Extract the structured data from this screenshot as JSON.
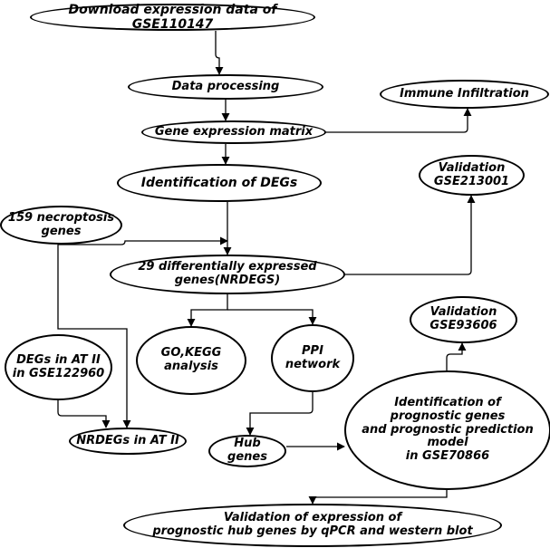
{
  "diagram": {
    "nodes": [
      {
        "id": "download",
        "label": "Download expression data of GSE110147"
      },
      {
        "id": "processing",
        "label": "Data processing"
      },
      {
        "id": "immune",
        "label": "Immune Infiltration"
      },
      {
        "id": "matrix",
        "label": "Gene expression matrix"
      },
      {
        "id": "validation1",
        "label": "Validation\nGSE213001"
      },
      {
        "id": "degs",
        "label": "Identification of DEGs"
      },
      {
        "id": "necro",
        "label": "159 necroptosis\ngenes"
      },
      {
        "id": "nrdegs29",
        "label": "29 differentially expressed\ngenes(NRDEGS)"
      },
      {
        "id": "validation2",
        "label": "Validation\nGSE93606"
      },
      {
        "id": "atii",
        "label": "DEGs in AT II\nin GSE122960"
      },
      {
        "id": "gokegg",
        "label": "GO,KEGG\nanalysis"
      },
      {
        "id": "ppi",
        "label": "PPI\nnetwork"
      },
      {
        "id": "prognostic",
        "label": "Identification of\nprognostic genes\nand prognostic prediction\nmodel\nin GSE70866"
      },
      {
        "id": "nrdegsatii",
        "label": "NRDEGs in AT II"
      },
      {
        "id": "hub",
        "label": "Hub genes"
      },
      {
        "id": "final",
        "label": "Validation of expression of\nprognostic hub genes by qPCR and western blot"
      }
    ],
    "edges": [
      {
        "from": "download",
        "to": "processing"
      },
      {
        "from": "processing",
        "to": "matrix"
      },
      {
        "from": "matrix",
        "to": "immune"
      },
      {
        "from": "matrix",
        "to": "degs"
      },
      {
        "from": "degs",
        "to": "nrdegs29"
      },
      {
        "from": "necro",
        "to": "nrdegs29"
      },
      {
        "from": "necro",
        "to": "nrdegsatii"
      },
      {
        "from": "nrdegs29",
        "to": "validation1"
      },
      {
        "from": "nrdegs29",
        "to": "gokegg"
      },
      {
        "from": "nrdegs29",
        "to": "ppi"
      },
      {
        "from": "atii",
        "to": "nrdegsatii"
      },
      {
        "from": "ppi",
        "to": "hub"
      },
      {
        "from": "hub",
        "to": "prognostic"
      },
      {
        "from": "prognostic",
        "to": "validation2"
      },
      {
        "from": "prognostic",
        "to": "final"
      }
    ]
  }
}
